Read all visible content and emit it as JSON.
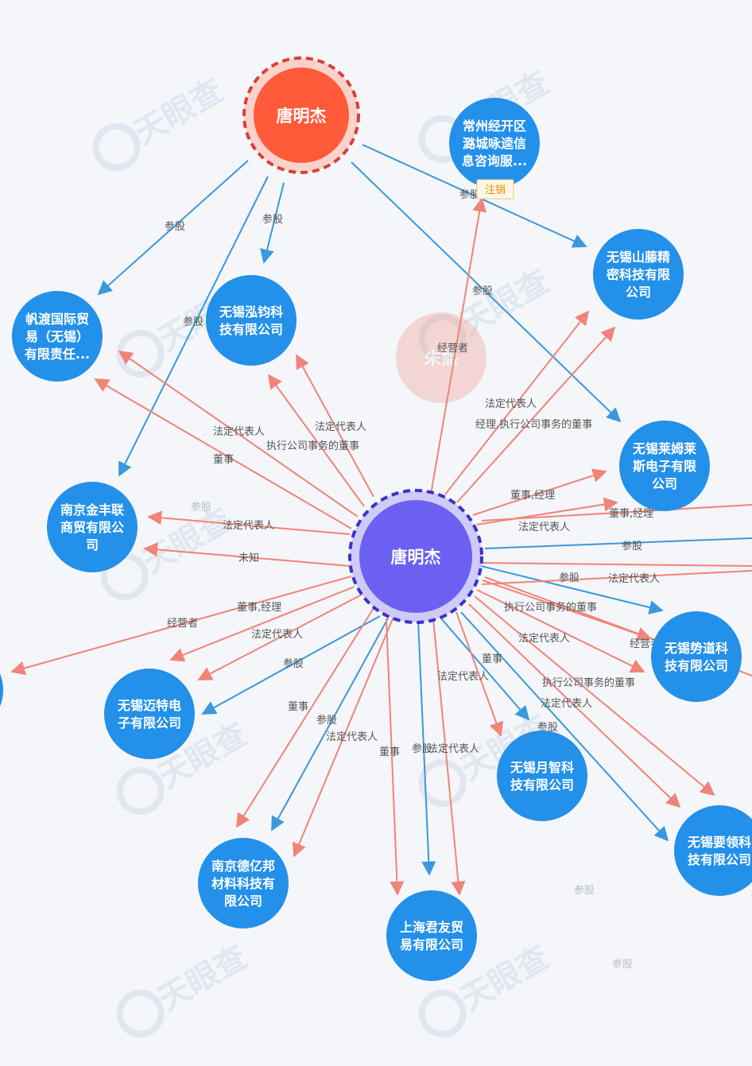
{
  "colors": {
    "company": "#2390ea",
    "person_top": "#ff5a3a",
    "person_center": "#6c60f2",
    "edge_red": "#f08478",
    "edge_blue": "#3a98dd",
    "background": "#f4f6f9"
  },
  "watermark": "天眼查",
  "persons": [
    {
      "id": "p_top",
      "name": "唐明杰"
    },
    {
      "id": "p_center",
      "name": "唐明杰"
    },
    {
      "id": "p_ghost",
      "name": "朱熙"
    }
  ],
  "companies": [
    {
      "id": "c1",
      "lines": [
        "常州经开区",
        "潞城咏逵信",
        "息咨询服..."
      ],
      "badge": "注销"
    },
    {
      "id": "c2",
      "lines": [
        "无锡山藤精",
        "密科技有限",
        "公司"
      ]
    },
    {
      "id": "c3",
      "lines": [
        "帆渡国际贸",
        "易（无锡）",
        "有限责任..."
      ]
    },
    {
      "id": "c4",
      "lines": [
        "无锡泓钧科",
        "技有限公司"
      ]
    },
    {
      "id": "c5",
      "lines": [
        "无锡莱姆莱",
        "斯电子有限",
        "公司"
      ]
    },
    {
      "id": "c6",
      "lines": [
        "南京金丰联",
        "商贸有限公",
        "司"
      ]
    },
    {
      "id": "c7",
      "lines": [
        "无锡势道科",
        "技有限公司"
      ]
    },
    {
      "id": "c8",
      "lines": [
        "无锡迈特电",
        "子有限公司"
      ]
    },
    {
      "id": "c9",
      "lines": [
        "无锡月智科",
        "技有限公司"
      ]
    },
    {
      "id": "c10",
      "lines": [
        "无锡要领科",
        "技有限公司"
      ]
    },
    {
      "id": "c11",
      "lines": [
        "南京德亿邦",
        "材料科技有",
        "限公司"
      ]
    },
    {
      "id": "c12",
      "lines": [
        "上海君友贸",
        "易有限公司"
      ]
    }
  ],
  "edge_labels": {
    "top_c3": "参股",
    "top_c4": "参股",
    "top_c1": "参股",
    "top_c5": "参股",
    "top_c6": "参股",
    "ghost": "经营者",
    "c3_1": "法定代表人",
    "c3_2": "董事",
    "c4_1": "法定代表人",
    "c4_2": "执行公司事务的董事",
    "c2_1": "法定代表人",
    "c2_2": "经理,执行公司事务的董事",
    "c5_1": "董事,经理",
    "r1": "董事,经理",
    "r2": "法定代表人",
    "r3": "参股",
    "r4": "参股",
    "r5": "法定代表人",
    "c6_1": "法定代表人",
    "c6_2": "未知",
    "left": "经营者",
    "c8_1": "董事,经理",
    "c8_2": "法定代表人",
    "c8_3": "参股",
    "c7_1": "执行公司事务的董事",
    "c7_2": "法定代表人",
    "c7_3": "经营者",
    "c10_1": "执行公司事务的董事",
    "c10_2": "法定代表人",
    "c10_3": "参股",
    "c9_1": "董事",
    "c9_2": "法定代表人",
    "c11_1": "董事",
    "c11_2": "参股",
    "c11_3": "法定代表人",
    "c12_1": "董事",
    "c12_2": "参股",
    "c12_3": "法定代表人",
    "faint1": "参股",
    "faint2": "参股",
    "faint3": "参股"
  }
}
